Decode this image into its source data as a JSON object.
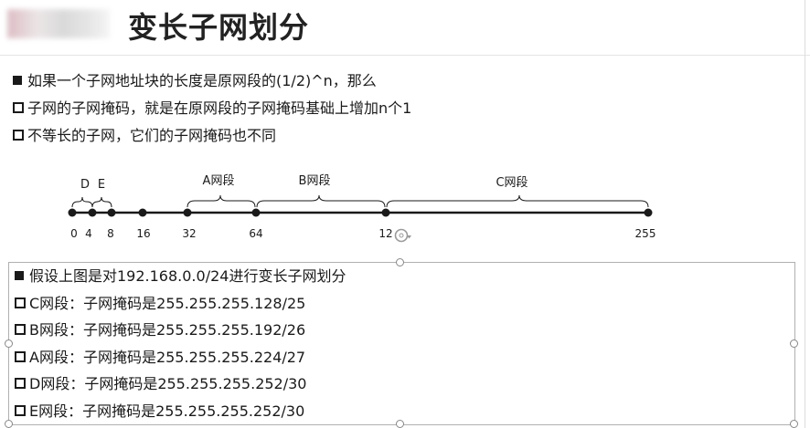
{
  "slide": {
    "title": "变长子网划分"
  },
  "intro_bullets": [
    {
      "marker": "filled",
      "text": "如果一个子网地址块的长度是原网段的(1/2)^n，那么"
    },
    {
      "marker": "hollow",
      "text": "子网的子网掩码，就是在原网段的子网掩码基础上增加n个1"
    },
    {
      "marker": "hollow",
      "text": "不等长的子网，它们的子网掩码也不同"
    }
  ],
  "diagram": {
    "segment_labels": {
      "d": "D",
      "e": "E",
      "a": "A网段",
      "b": "B网段",
      "c": "C网段"
    },
    "ticks": [
      "0",
      "4",
      "8",
      "16",
      "32",
      "64",
      "12",
      "255"
    ]
  },
  "textbox_bullets": [
    {
      "marker": "filled",
      "text": "假设上图是对192.168.0.0/24进行变长子网划分"
    },
    {
      "marker": "hollow",
      "text": "C网段：子网掩码是255.255.255.128/25"
    },
    {
      "marker": "hollow",
      "text": "B网段：子网掩码是255.255.255.192/26"
    },
    {
      "marker": "hollow",
      "text": "A网段：子网掩码是255.255.255.224/27"
    },
    {
      "marker": "hollow",
      "text": "D网段：子网掩码是255.255.255.252/30"
    },
    {
      "marker": "hollow",
      "text": "E网段：子网掩码是255.255.255.252/30"
    }
  ],
  "colors": {
    "text": "#1a1a1a",
    "selection_border": "#b0b0b0",
    "rotate_icon": "#9a9a9a"
  },
  "icons": {
    "rotate": "rotate-handle-icon"
  }
}
